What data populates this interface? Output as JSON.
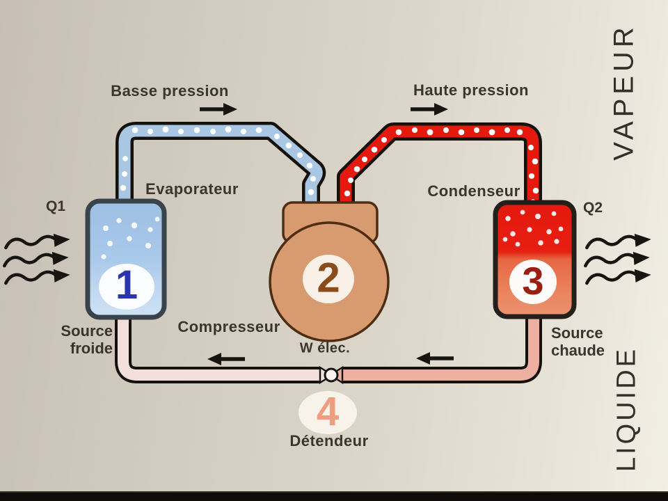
{
  "labels": {
    "basse_pression": "Basse pression",
    "haute_pression": "Haute pression",
    "vapeur": "VAPEUR",
    "liquide": "LIQUIDE",
    "evaporateur": "Evaporateur",
    "condenseur": "Condenseur",
    "compresseur": "Compresseur",
    "w_elec": "W élec.",
    "detendeur": "Détendeur",
    "q1": "Q1",
    "q2": "Q2",
    "source_froide_line1": "Source",
    "source_froide_line2": "froide",
    "source_chaude_line1": "Source",
    "source_chaude_line2": "chaude"
  },
  "numbers": {
    "evaporator": "1",
    "compressor": "2",
    "condenser": "3",
    "expansion_valve": "4"
  },
  "colors": {
    "background": "#d9d3c7",
    "low_pressure_pipe": "#a9c6e3",
    "high_pressure_pipe": "#e6190f",
    "liquid_pipe_light": "#f3e0da",
    "liquid_pipe_salmon": "#edb0a0",
    "evaporator_fill": "#a5c6e8",
    "condenser_fill_top": "#e61c11",
    "condenser_fill_bottom": "#ea8563",
    "compressor_fill": "#d89b6f",
    "number_1": "#2c35b0",
    "number_2": "#8a4c1b",
    "number_3": "#9c1d12",
    "number_4": "#ef9d7e"
  }
}
